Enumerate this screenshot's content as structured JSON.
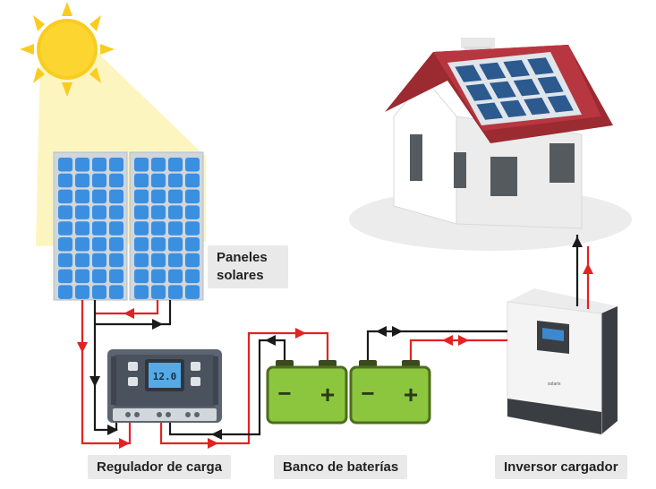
{
  "labels": {
    "panels": "Paneles solares",
    "regulator": "Regulador de carga",
    "batteries": "Banco de baterías",
    "inverter": "Inversor cargador"
  },
  "controller": {
    "display": "12.0"
  },
  "battery": {
    "minus": "−",
    "plus": "+"
  },
  "inverter": {
    "brand": "solarix"
  },
  "colors": {
    "positive_wire": "#e32222",
    "negative_wire": "#1a1a1a",
    "panel_cell": "#3a8fe0",
    "battery_body": "#8cc63f",
    "roof": "#9b2a31",
    "sun": "#f9cc1f"
  }
}
